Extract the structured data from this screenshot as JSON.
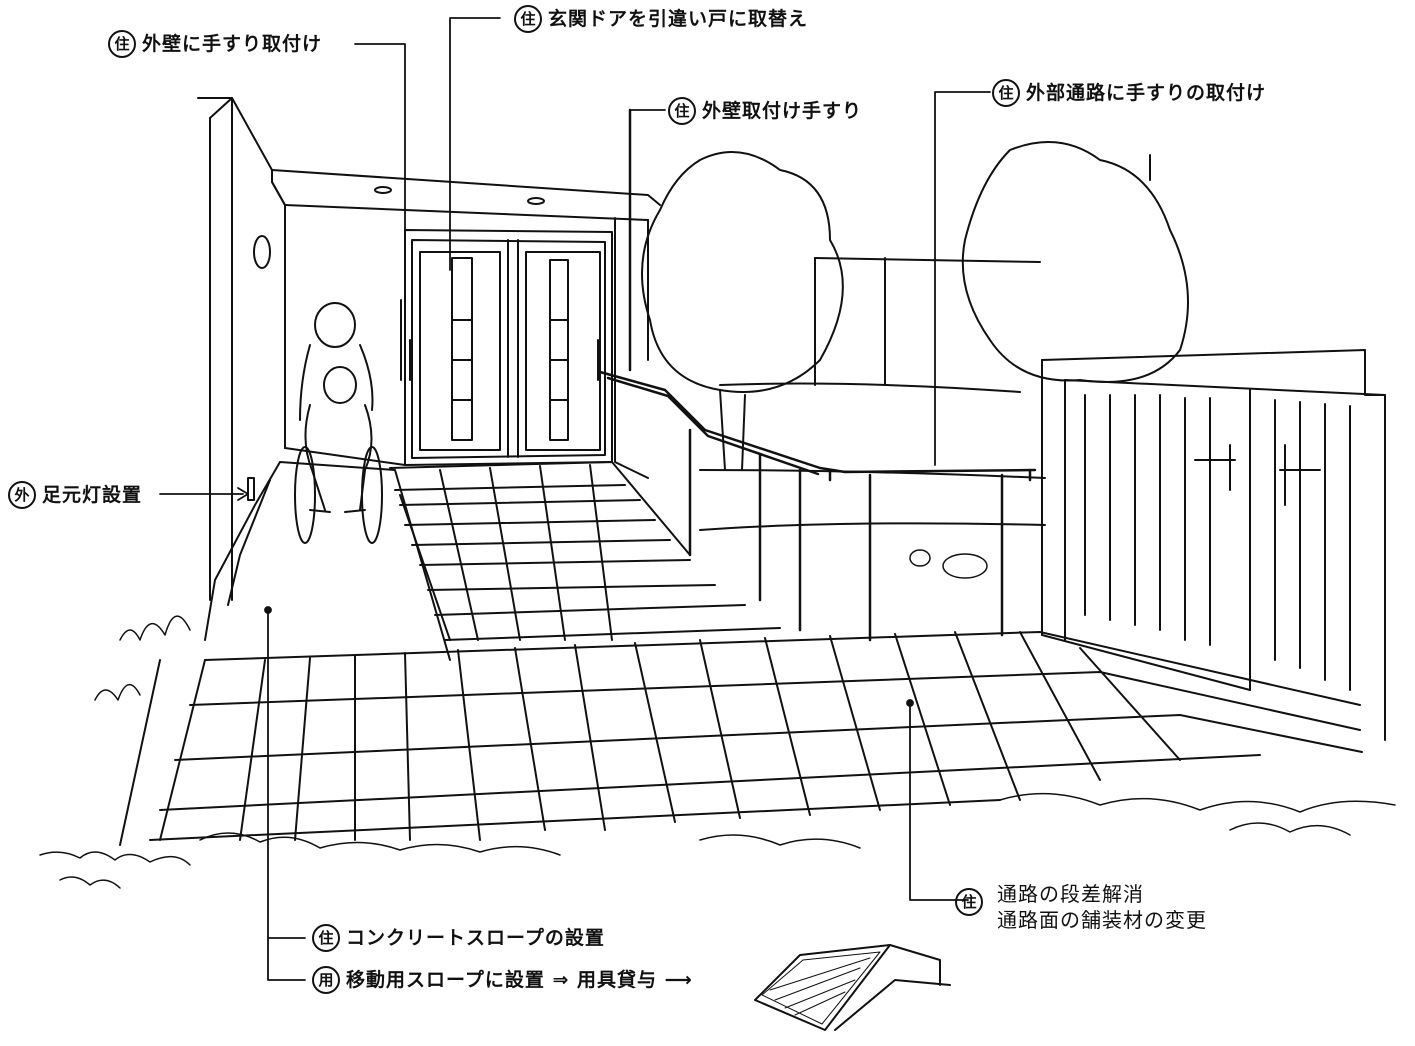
{
  "labels": {
    "handrail_wall": {
      "badge": "住",
      "text": "外壁に手すり取付け"
    },
    "door_replace": {
      "badge": "住",
      "text": "玄関ドアを引違い戸に取替え"
    },
    "wall_handrail": {
      "badge": "住",
      "text": "外壁取付け手すり"
    },
    "outdoor_path_handrail": {
      "badge": "住",
      "text": "外部通路に手すりの取付け"
    },
    "foot_light": {
      "badge": "外",
      "text": "足元灯設置"
    },
    "path_step": {
      "badge": "住",
      "line1": "通路の段差解消",
      "line2": "通路面の舗装材の変更"
    },
    "concrete_slope": {
      "badge": "住",
      "text": "コンクリートスロープの設置"
    },
    "mobile_slope": {
      "badge": "用",
      "text": "移動用スロープに設置 ⇒ 用具貸与 ⟶"
    }
  }
}
